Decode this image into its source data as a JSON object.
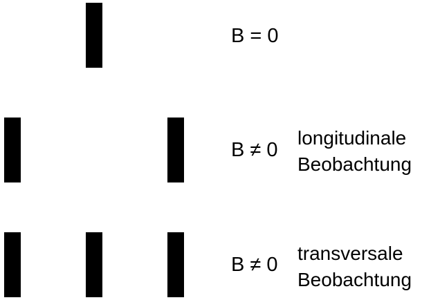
{
  "rows": [
    {
      "field": "B = 0",
      "lines": 1,
      "observation": []
    },
    {
      "field": "B ≠ 0",
      "lines": 2,
      "observation": [
        "longitudinale",
        "Beobachtung"
      ]
    },
    {
      "field": "B ≠ 0",
      "lines": 3,
      "observation": [
        "transversale",
        "Beobachtung"
      ]
    }
  ],
  "colors": {
    "line": "#000000",
    "text": "#000000",
    "background": "#ffffff"
  }
}
